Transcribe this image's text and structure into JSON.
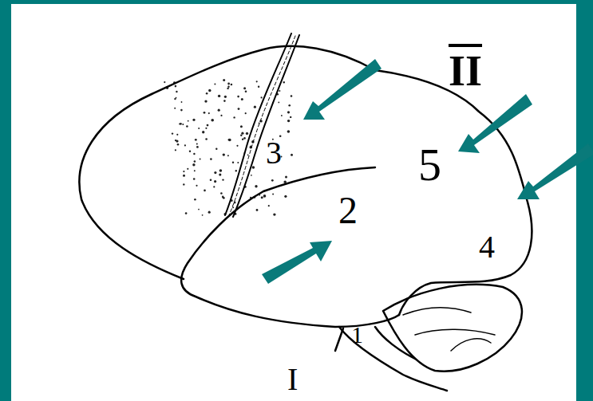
{
  "diagram": {
    "labels": [
      "II",
      "3",
      "5",
      "2",
      "4",
      "1",
      "I"
    ]
  }
}
